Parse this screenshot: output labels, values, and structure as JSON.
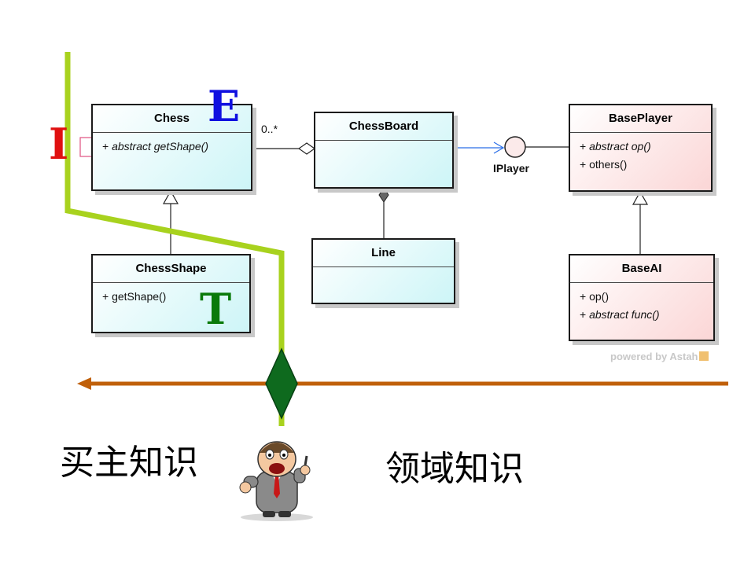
{
  "classes": {
    "chess": {
      "name": "Chess",
      "ops": [
        {
          "vis": "+",
          "text": "abstract getShape()",
          "italic": true
        }
      ]
    },
    "chessboard": {
      "name": "ChessBoard",
      "ops": []
    },
    "baseplayer": {
      "name": "BasePlayer",
      "ops": [
        {
          "vis": "+",
          "text": "abstract op()",
          "italic": true
        },
        {
          "vis": "+",
          "text": "others()",
          "italic": false
        }
      ]
    },
    "chessshape": {
      "name": "ChessShape",
      "ops": [
        {
          "vis": "+",
          "text": "getShape()",
          "italic": false
        }
      ]
    },
    "line": {
      "name": "Line",
      "ops": []
    },
    "baseai": {
      "name": "BaseAI",
      "ops": [
        {
          "vis": "+",
          "text": "op()",
          "italic": false
        },
        {
          "vis": "+",
          "text": "abstract func()",
          "italic": true
        }
      ]
    }
  },
  "multiplicity": "0..*",
  "interface_label": "IPlayer",
  "letters": {
    "i": "I",
    "e": "E",
    "t": "T"
  },
  "colors": {
    "i": "#e01010",
    "e": "#1010e0",
    "t": "#0a7a0a",
    "green_line": "#a8d21e",
    "arrow": "#c0600a",
    "diamond": "#0e6a1e"
  },
  "watermark": "powered by Astah",
  "labels": {
    "left": "买主知识",
    "right": "领域知识"
  },
  "icons": {
    "figure": "businessman-cartoon-icon"
  }
}
